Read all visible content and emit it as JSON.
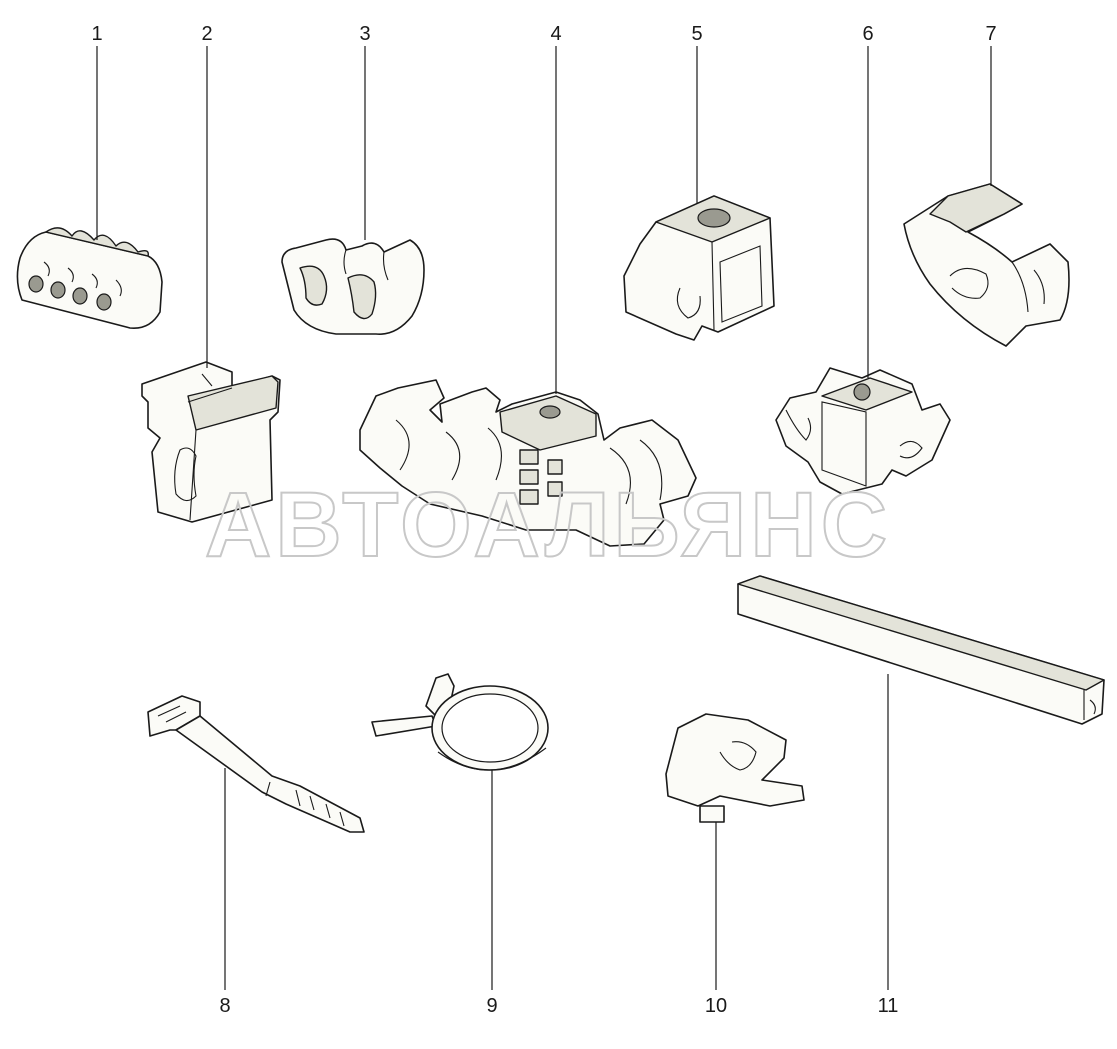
{
  "watermark": "АВТОАЛЬЯНС",
  "callouts": [
    {
      "id": 1,
      "label": "1"
    },
    {
      "id": 2,
      "label": "2"
    },
    {
      "id": 3,
      "label": "3"
    },
    {
      "id": 4,
      "label": "4"
    },
    {
      "id": 5,
      "label": "5"
    },
    {
      "id": 6,
      "label": "6"
    },
    {
      "id": 7,
      "label": "7"
    },
    {
      "id": 8,
      "label": "8"
    },
    {
      "id": 9,
      "label": "9"
    },
    {
      "id": 10,
      "label": "10"
    },
    {
      "id": 11,
      "label": "11"
    }
  ],
  "colors": {
    "line": "#1a1a1a",
    "fill": "#fbfbf7",
    "shade": "#e3e3d9",
    "watermark": "#c8c8c8"
  }
}
